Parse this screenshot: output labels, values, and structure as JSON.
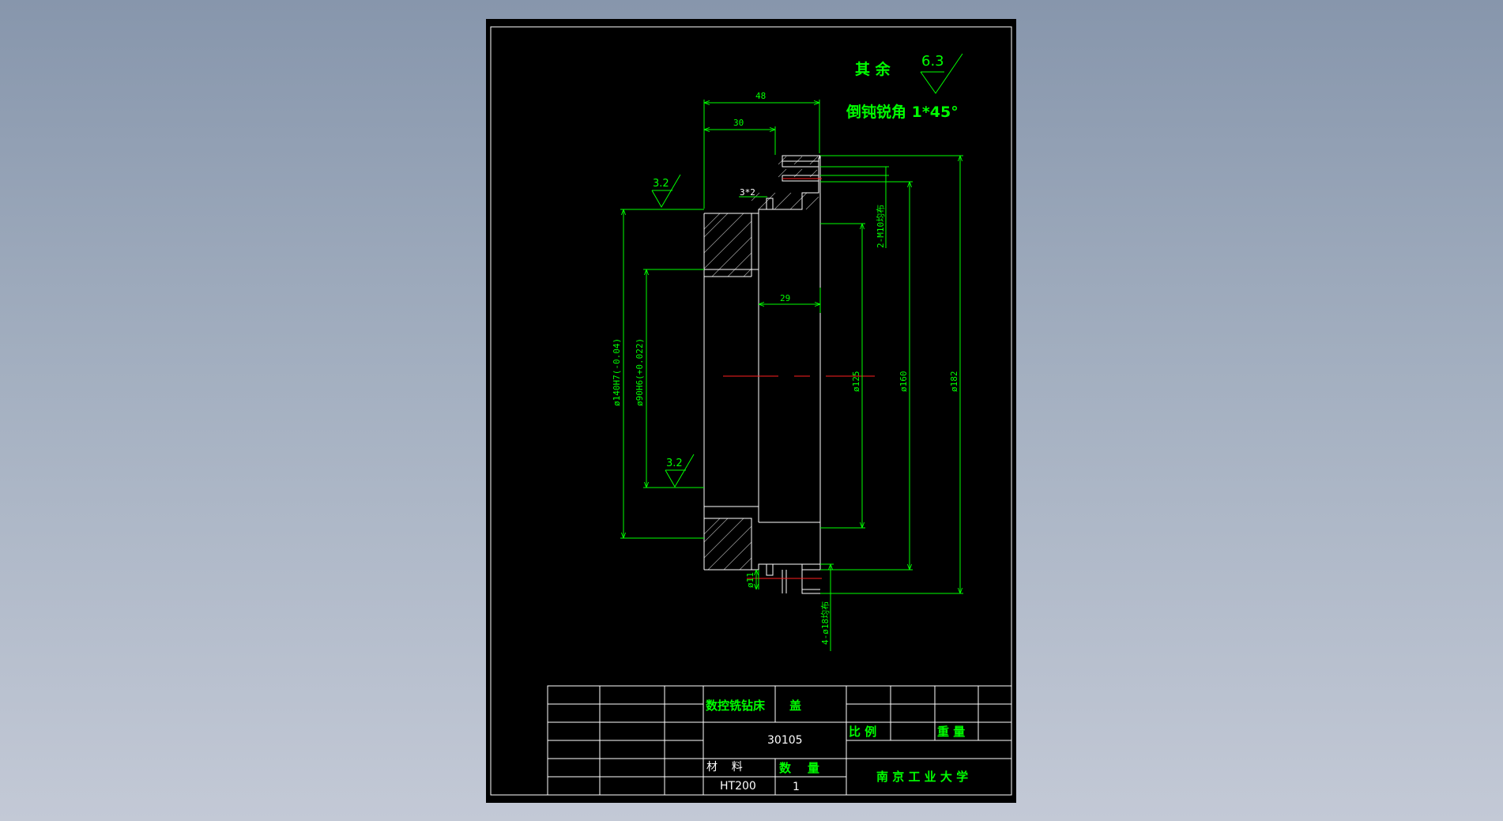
{
  "notes": {
    "remaining_label": "其 余",
    "remaining_roughness": "6.3",
    "chamfer_note": "倒钝锐角 1*45°"
  },
  "roughness": {
    "outer": "3.2",
    "bore": "3.2"
  },
  "dimensions": {
    "length_total": "48",
    "length_flange": "30",
    "groove": "3*2",
    "bore_depth": "29",
    "thread_holes": "2-M10均布",
    "phi140": "ø140H7(-0.04)",
    "phi90": "ø90H6(+0.022)",
    "phi125": "ø125",
    "phi160": "ø160",
    "phi182": "ø182",
    "phi11": "ø11",
    "holes_18": "4-ø18均布"
  },
  "title_block": {
    "machine": "数控铣钻床",
    "part_name": "盖",
    "drawing_no": "30105",
    "scale_label": "比 例",
    "weight_label": "重 量",
    "material_label": "材    料",
    "material": "HT200",
    "quantity_label": "数    量",
    "quantity": "1",
    "school": "南 京 工 业 大 学"
  },
  "colors": {
    "background": "#000000",
    "lines": "#00ff00",
    "outline": "#ffffff",
    "centerline": "#ff2020"
  }
}
